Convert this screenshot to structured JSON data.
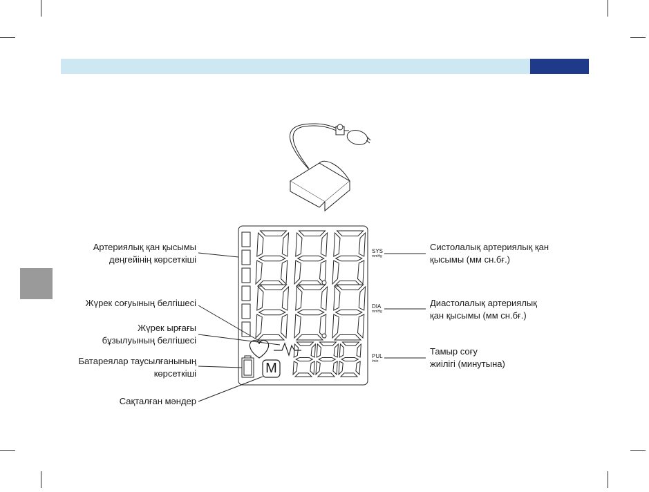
{
  "labels": {
    "pressure_indicator": [
      "Артериялық қан қысымы",
      "деңгейінің көрсеткіші"
    ],
    "heartbeat_symbol": [
      "Жүрек соғуының белгішесі"
    ],
    "arrhythmia_symbol": [
      "Жүрек ырғағы",
      "бұзылуының белгішесі"
    ],
    "low_battery": [
      "Батареялар таусылғанының",
      "көрсеткіші"
    ],
    "memory": [
      "Сақталған мәндер"
    ],
    "systolic": [
      "Систолалық артериялық қан",
      "қысымы (мм сн.бғ.)"
    ],
    "diastolic": [
      "Диастолалық артериялық",
      "қан қысымы (мм сн.бғ.)"
    ],
    "pulse": [
      "Тамыр соғу",
      "жиілігі (минутына)"
    ]
  },
  "display": {
    "sys_label": "SYS",
    "sys_unit": "mmHg",
    "dia_label": "DIA",
    "dia_unit": "mmHg",
    "pul_label": "PUL",
    "pul_unit": "/min",
    "memory_symbol": "M"
  },
  "colors": {
    "header_bar": "#cde8f2",
    "header_accent": "#1f3a8a",
    "side_tab": "#9a9a9a"
  }
}
